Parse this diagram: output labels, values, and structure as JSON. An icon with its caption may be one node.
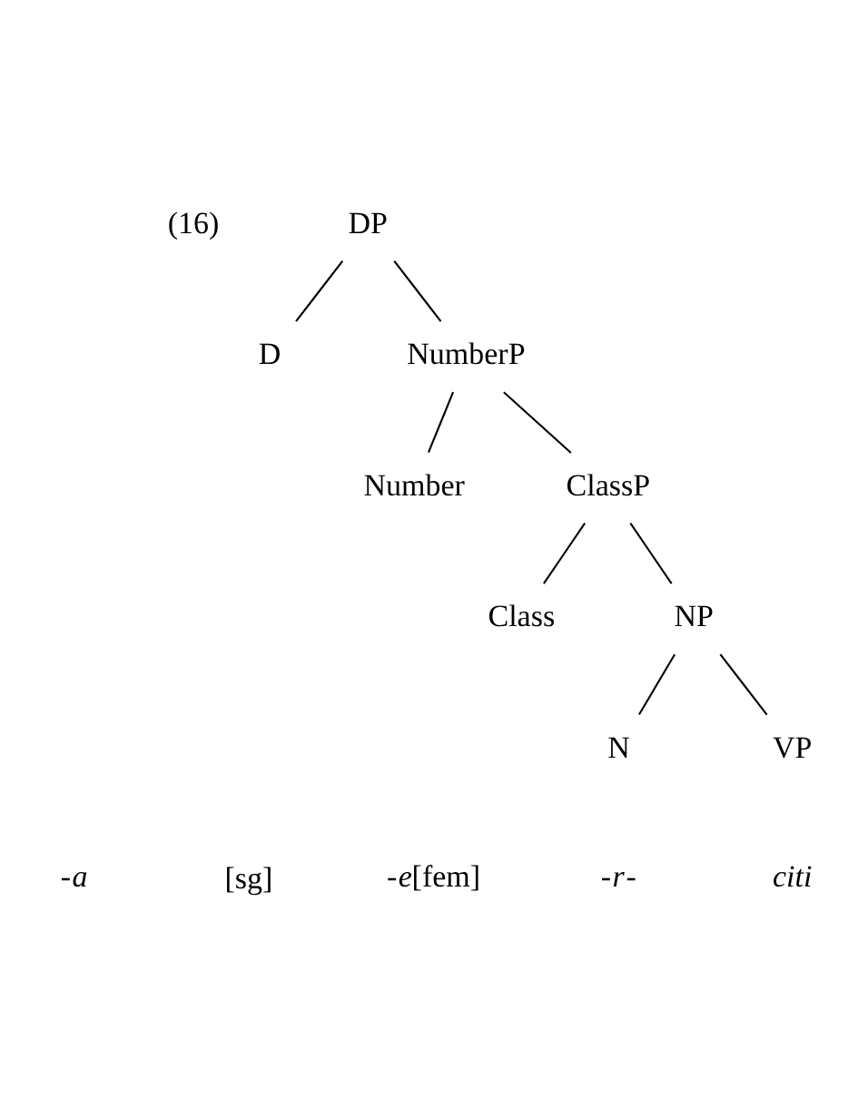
{
  "diagram": {
    "nodes": [
      {
        "text": [
          "DP"
        ]
      },
      {
        "text": [
          "D"
        ]
      },
      {
        "text": [
          "NumberP"
        ]
      },
      {
        "text": [
          "Number"
        ]
      },
      {
        "text": [
          "ClassP"
        ]
      },
      {
        "text": [
          "Class"
        ]
      },
      {
        "text": [
          "NP"
        ]
      },
      {
        "text": [
          "N"
        ]
      },
      {
        "text": [
          "VP"
        ]
      }
    ],
    "edges": [
      {
        "from": 0,
        "to": 1,
        "arrow": "none"
      },
      {
        "from": 0,
        "to": 2,
        "arrow": "none"
      },
      {
        "from": 2,
        "to": 3,
        "arrow": "none"
      },
      {
        "from": 2,
        "to": 4,
        "arrow": "none"
      },
      {
        "from": 4,
        "to": 5,
        "arrow": "none"
      },
      {
        "from": 4,
        "to": 6,
        "arrow": "none"
      },
      {
        "from": 6,
        "to": 7,
        "arrow": "none"
      },
      {
        "from": 6,
        "to": 8,
        "arrow": "none"
      }
    ],
    "labels": [
      "(16)",
      "-*a*",
      "[sg]",
      "-*e*[fem]",
      "-*r*-",
      "*citi*"
    ]
  }
}
